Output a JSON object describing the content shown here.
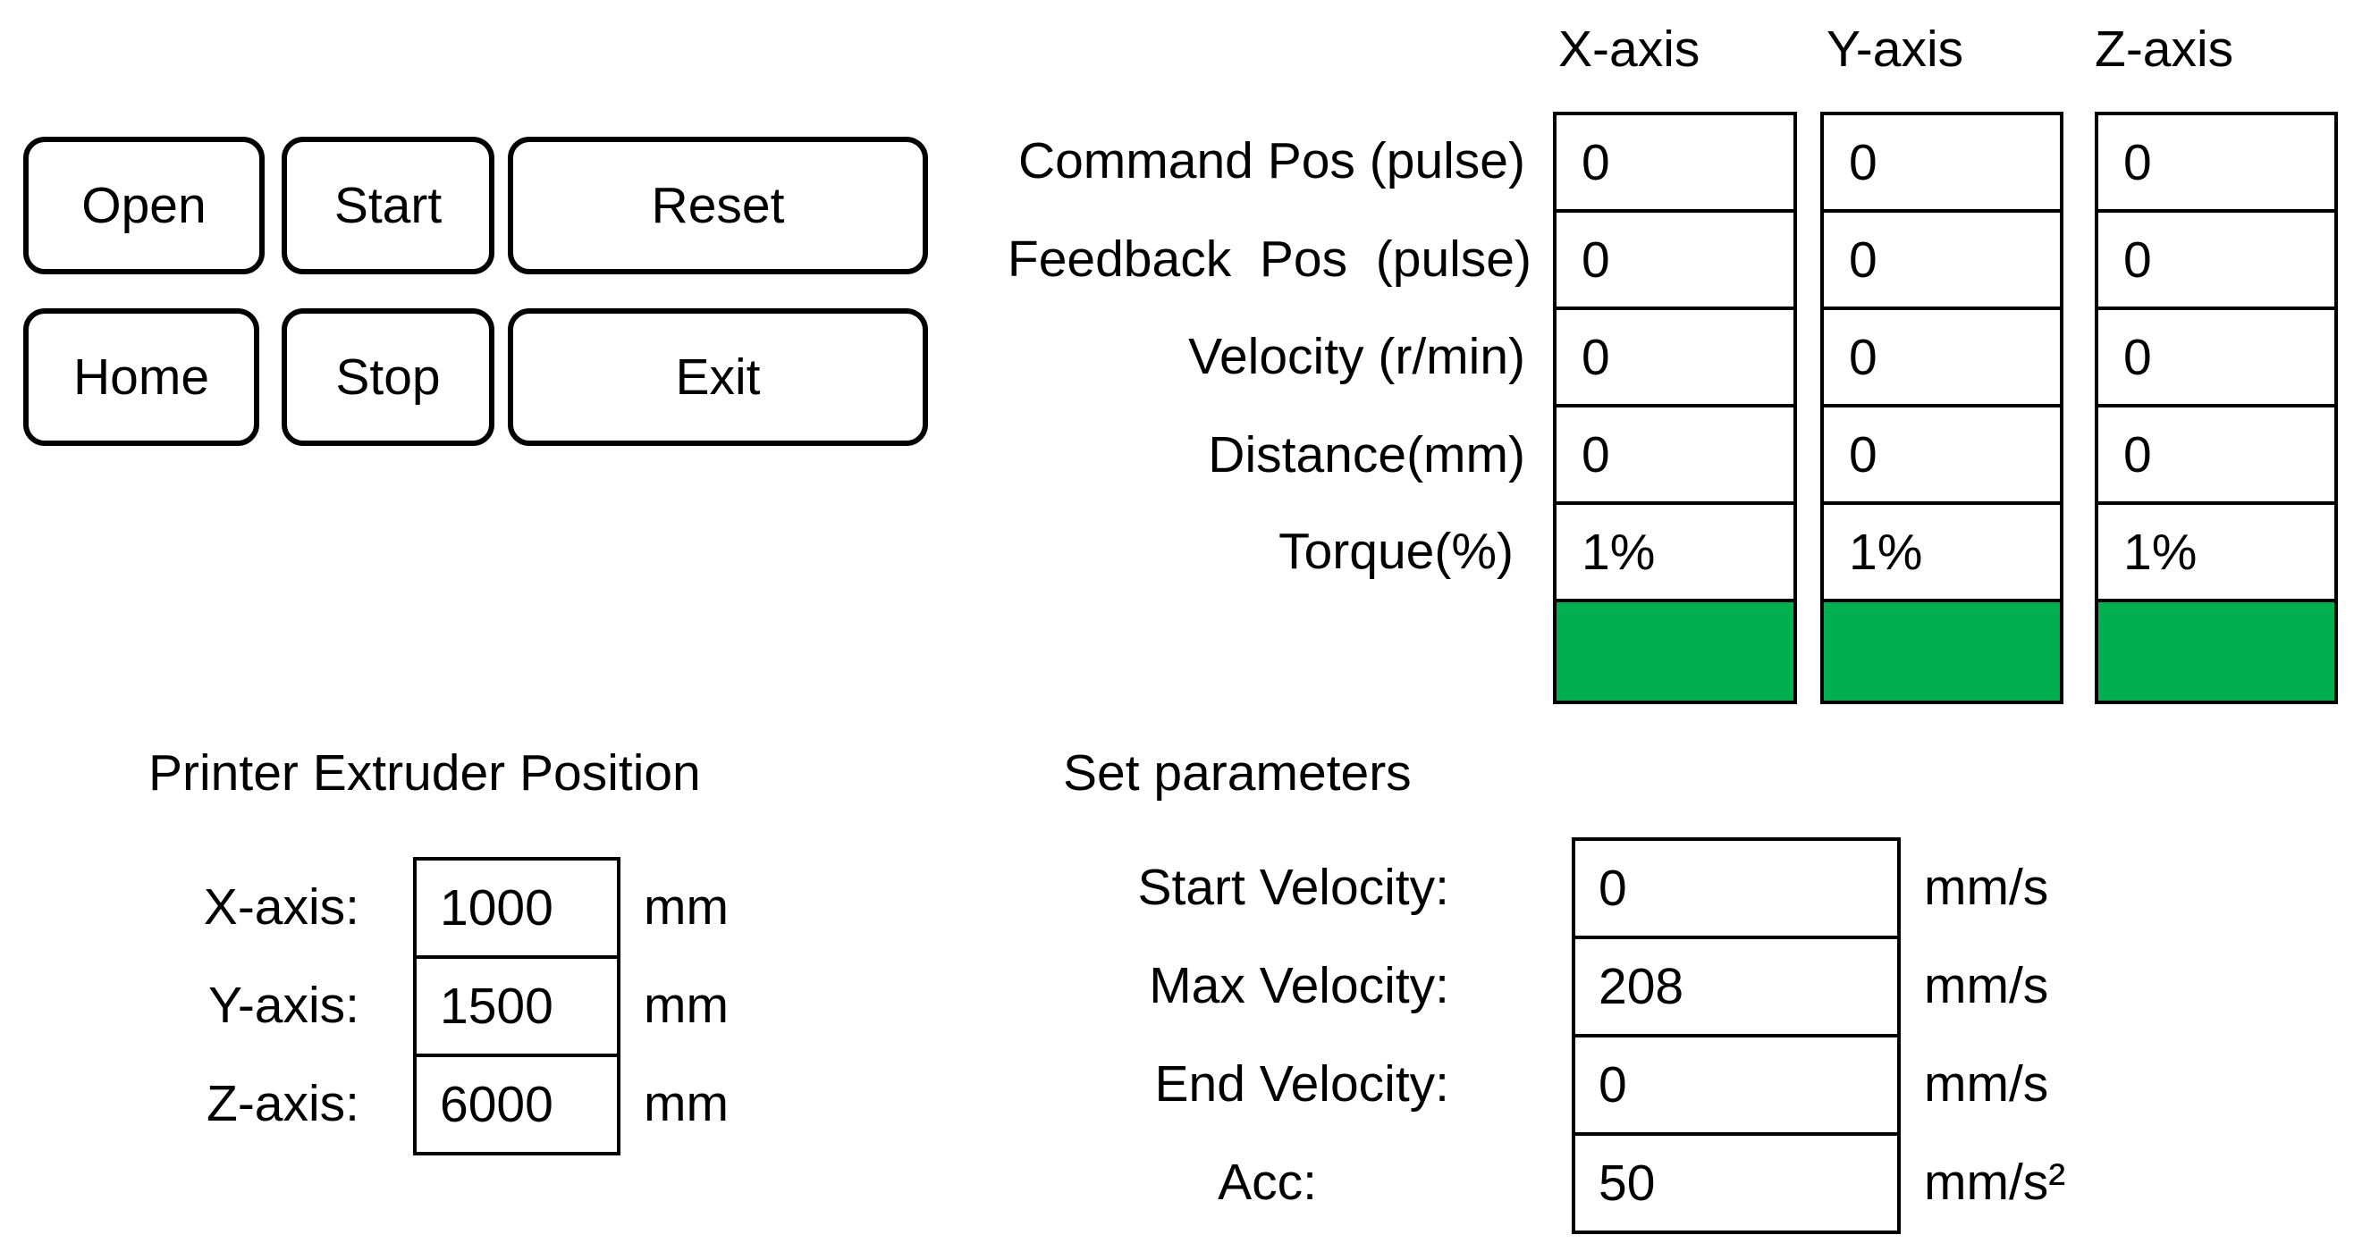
{
  "buttons": {
    "open": "Open",
    "start": "Start",
    "reset": "Reset",
    "home": "Home",
    "stop": "Stop",
    "exit": "Exit"
  },
  "axes_table": {
    "headers": [
      "X-axis",
      "Y-axis",
      "Z-axis"
    ],
    "rows": [
      {
        "label": "Command Pos (pulse)",
        "values": [
          "0",
          "0",
          "0"
        ]
      },
      {
        "label": "Feedback  Pos  (pulse)",
        "values": [
          "0",
          "0",
          "0"
        ]
      },
      {
        "label": "Velocity (r/min)",
        "values": [
          "0",
          "0",
          "0"
        ]
      },
      {
        "label": "Distance(mm)",
        "values": [
          "0",
          "0",
          "0"
        ]
      },
      {
        "label": "Torque(%)",
        "values": [
          "1%",
          "1%",
          "1%"
        ]
      }
    ],
    "torque_meter": {
      "levels": [
        1.0,
        1.0,
        1.0
      ],
      "color": "#00b050"
    }
  },
  "extruder": {
    "title": "Printer Extruder Position",
    "rows": [
      {
        "label": "X-axis:",
        "value": "1000",
        "unit": "mm"
      },
      {
        "label": "Y-axis:",
        "value": "1500",
        "unit": "mm"
      },
      {
        "label": "Z-axis:",
        "value": "6000",
        "unit": "mm"
      }
    ]
  },
  "params": {
    "title": "Set parameters",
    "rows": [
      {
        "label": "Start Velocity:",
        "value": "0",
        "unit": "mm/s"
      },
      {
        "label": "Max Velocity:",
        "value": "208",
        "unit": "mm/s"
      },
      {
        "label": "End Velocity:",
        "value": "0",
        "unit": "mm/s"
      },
      {
        "label": "Acc:",
        "value": "50",
        "unit": "mm/s²"
      }
    ]
  }
}
